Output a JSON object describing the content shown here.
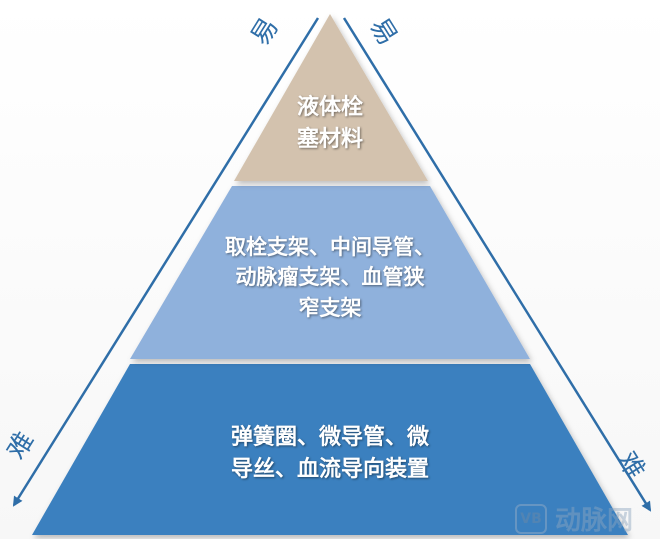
{
  "tiers": {
    "top": {
      "lines": [
        "液体栓",
        "塞材料"
      ],
      "color": "#d3c2ae"
    },
    "middle": {
      "lines": [
        "取栓支架、中间导管、",
        "动脉瘤支架、血管狭",
        "窄支架"
      ],
      "color": "#8fb1dc"
    },
    "bottom": {
      "lines": [
        "弹簧圈、微导管、微",
        "导丝、血流导向装置"
      ],
      "color": "#3b80bf"
    }
  },
  "axis": {
    "left_top": "易",
    "left_bottom": "难",
    "right_top": "易",
    "right_bottom": "难",
    "arrow_color": "#2f6ea8"
  },
  "watermark": {
    "logo": "VB",
    "text": "动脉网"
  }
}
